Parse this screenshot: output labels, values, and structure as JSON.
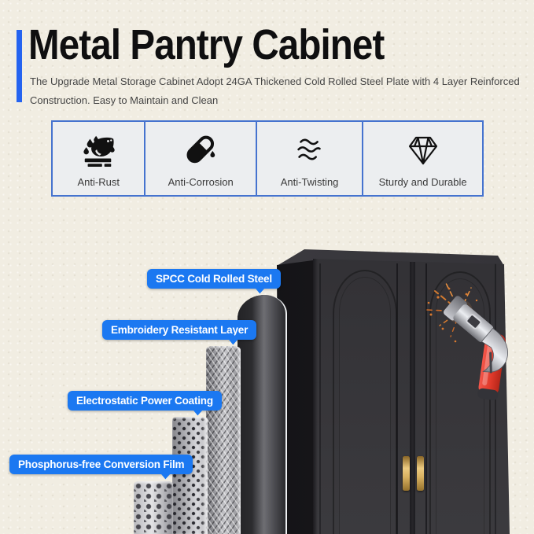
{
  "header": {
    "title": "Metal Pantry Cabinet",
    "subtitle_line1": "The Upgrade Metal Storage Cabinet Adopt 24GA Thickened Cold Rolled Steel Plate with 4 Layer Reinforced",
    "subtitle_line2": "Construction. Easy to Maintain and Clean"
  },
  "features": {
    "items": [
      {
        "label": "Anti-Rust",
        "icon": "water-drops-icon"
      },
      {
        "label": "Anti-Corrosion",
        "icon": "test-tube-pour-icon"
      },
      {
        "label": "Anti-Twisting",
        "icon": "wavy-lines-icon"
      },
      {
        "label": "Sturdy and Durable",
        "icon": "diamond-icon"
      }
    ]
  },
  "layer_callouts": [
    {
      "label": "SPCC Cold Rolled Steel"
    },
    {
      "label": "Embroidery Resistant Layer"
    },
    {
      "label": "Electrostatic Power Coating"
    },
    {
      "label": "Phosphorus-free Conversion Film"
    }
  ],
  "colors": {
    "accent_blue": "#2563f0",
    "callout_blue": "#1b78f1",
    "feature_border_blue": "#4573cf",
    "feature_cell_bg": "#eceef0",
    "background_cream": "#f1ede2",
    "cabinet_dark": "#323135",
    "handle_gold": "#d9b261",
    "hammer_red": "#e0392a",
    "spark_orange": "#e0833a",
    "title_black": "#0f0f10"
  }
}
